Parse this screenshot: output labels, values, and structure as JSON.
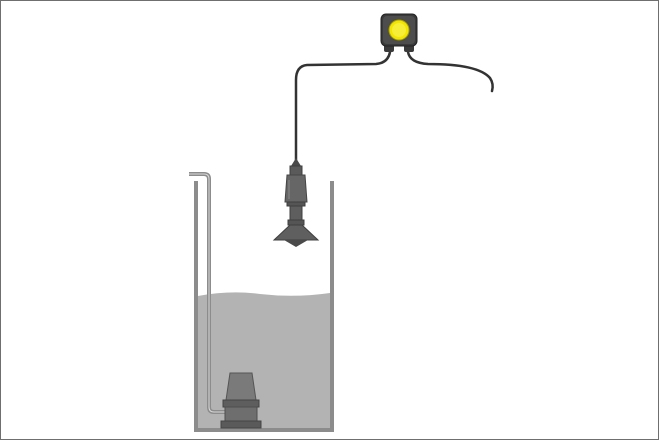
{
  "diagram": {
    "components": [
      {
        "id": "display-unit",
        "icon": "yellow-display-unit"
      },
      {
        "id": "signal-cable",
        "icon": "cable"
      },
      {
        "id": "radar-sensor",
        "icon": "level-sensor"
      },
      {
        "id": "tank",
        "icon": "open-tank"
      },
      {
        "id": "liquid",
        "icon": "liquid-fill"
      },
      {
        "id": "discharge-pipe",
        "icon": "pipe"
      },
      {
        "id": "submersible-pump",
        "icon": "pump"
      }
    ],
    "colors": {
      "frame": "#6f6f6f",
      "tank_wall": "#8c8c8c",
      "liquid": "#b3b3b3",
      "sensor": "#666666",
      "sensor_dark": "#4a4a4a",
      "cable": "#333333",
      "display_body": "#3a3a3a",
      "display_face": "#f2e600",
      "pump": "#6e6e6e"
    },
    "liquid_level_fraction": 0.55
  }
}
